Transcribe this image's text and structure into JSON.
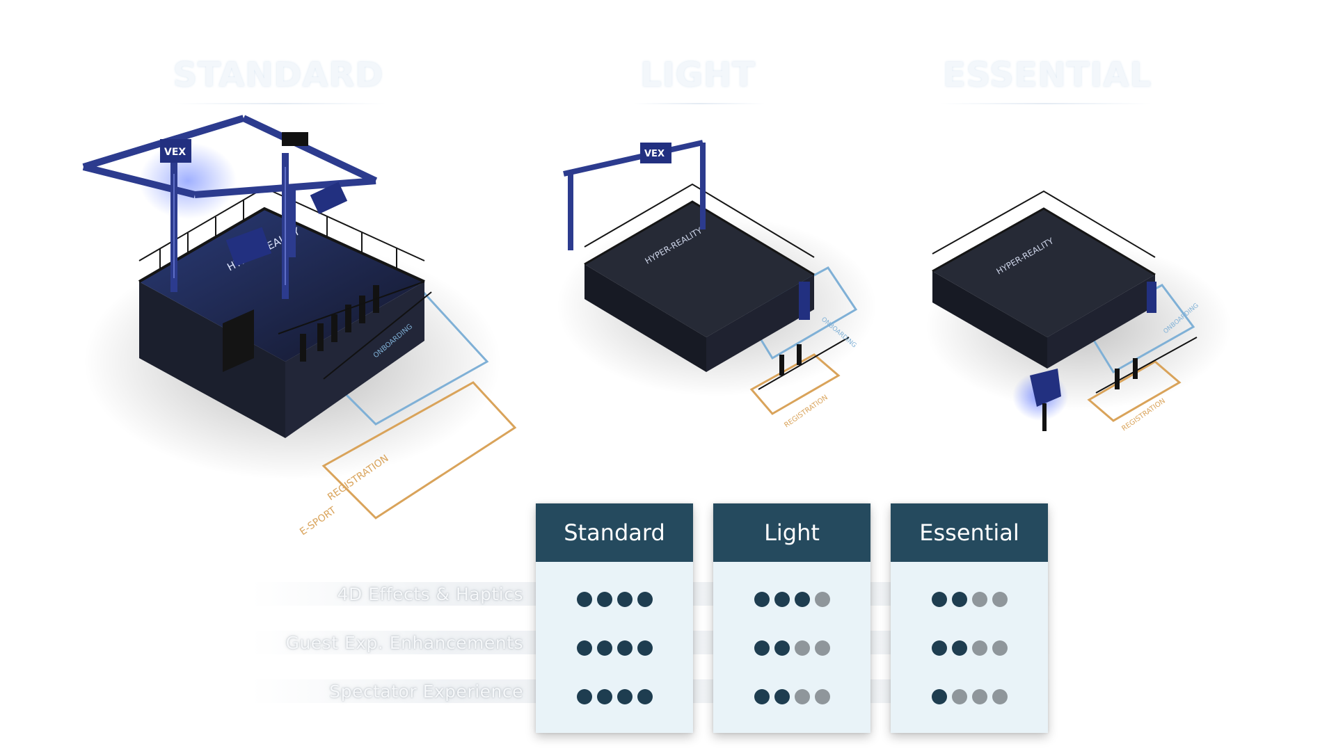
{
  "top_titles": [
    "STANDARD",
    "LIGHT",
    "ESSENTIAL"
  ],
  "stages": [
    {
      "name": "standard",
      "stage_text": "HYPER-REALITY",
      "banner_text": "VEX",
      "zones": [
        "ONBOARDING",
        "E-SPORT",
        "REGISTRATION"
      ]
    },
    {
      "name": "light",
      "stage_text": "HYPER-REALITY",
      "banner_text": "VEX",
      "zones": [
        "ONBOARDING",
        "REGISTRATION"
      ]
    },
    {
      "name": "essential",
      "stage_text": "HYPER-REALITY",
      "zones": [
        "ONBOARDING",
        "REGISTRATION"
      ]
    }
  ],
  "features": [
    "4D Effects & Haptics",
    "Guest Exp. Enhancements",
    "Spectator Experience"
  ],
  "tiers": [
    {
      "name": "Standard",
      "ratings": [
        4,
        4,
        4
      ]
    },
    {
      "name": "Light",
      "ratings": [
        3,
        2,
        2
      ]
    },
    {
      "name": "Essential",
      "ratings": [
        2,
        2,
        1
      ]
    }
  ],
  "max_rating": 4,
  "colors": {
    "header": "#254a5e",
    "card_bg": "#e9f3f8",
    "dot_on": "#1e3d50",
    "dot_off": "#8f969b",
    "truss": "#2c3b8e",
    "onboarding_zone": "#7fb0d6",
    "registration_zone": "#d9a35a"
  }
}
